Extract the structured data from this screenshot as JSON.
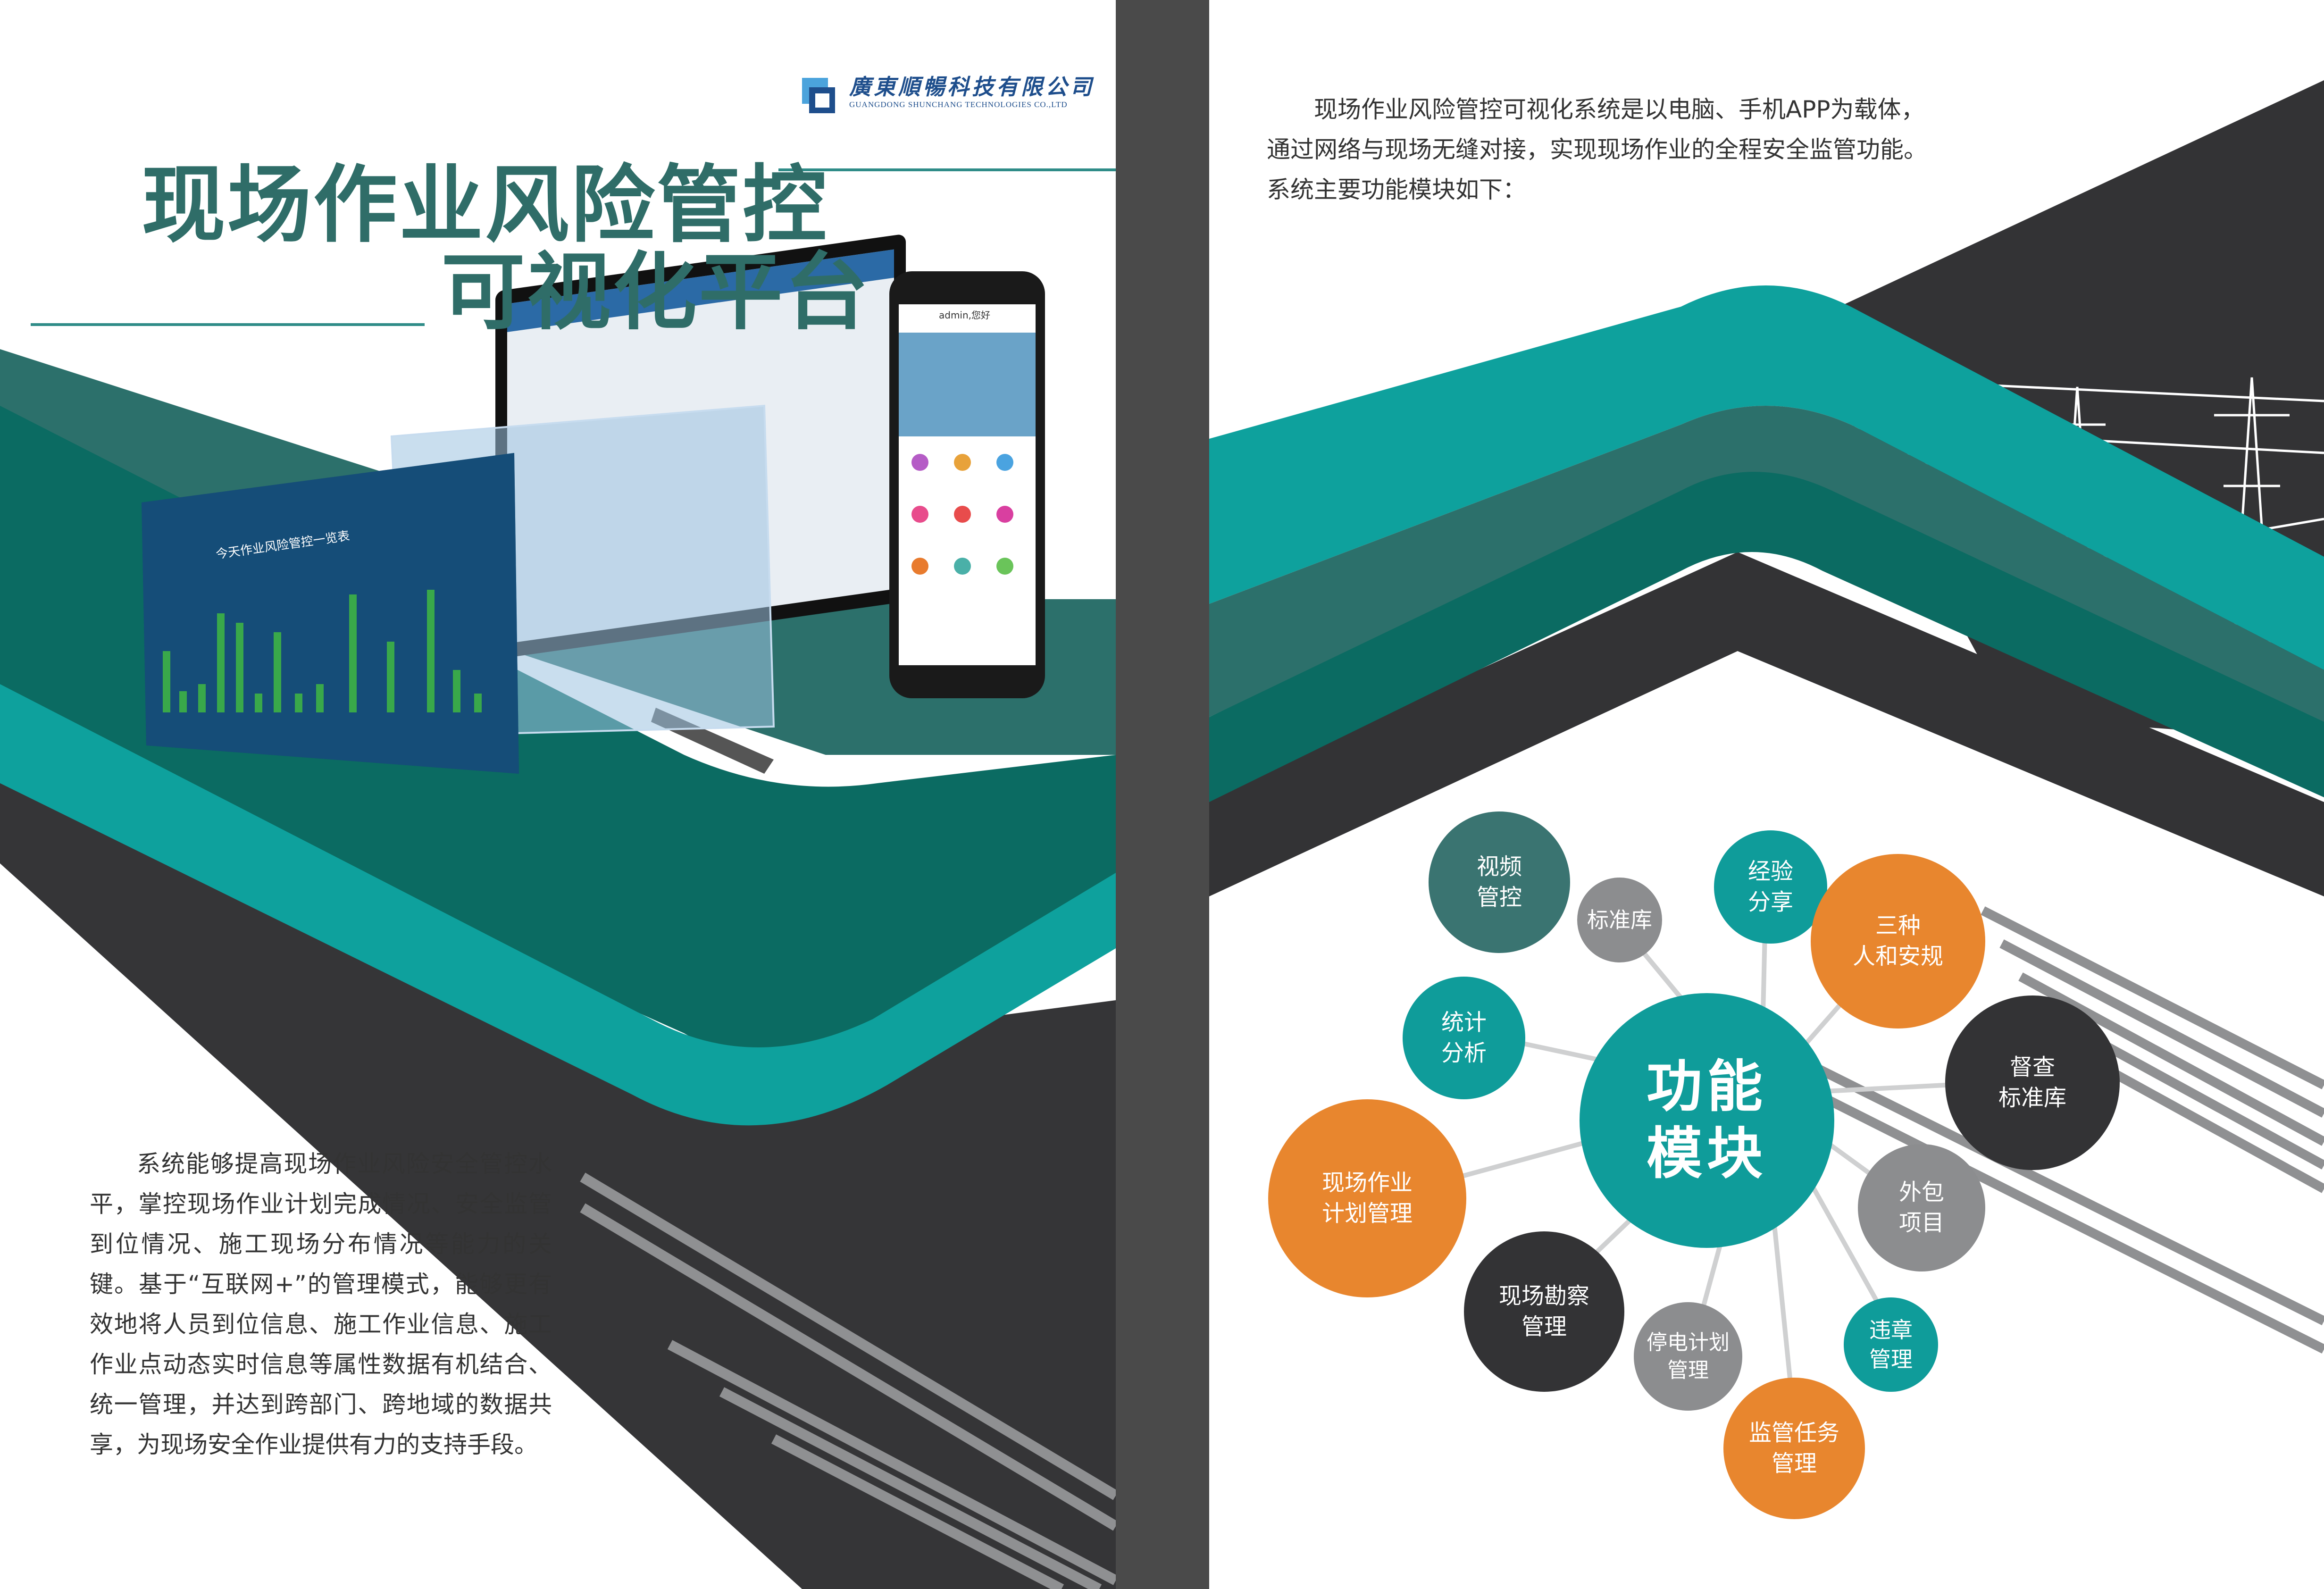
{
  "company": {
    "name_cn": "廣東順暢科技有限公司",
    "name_en": "GUANGDONG SHUNCHANG TECHNOLOGIES CO.,LTD"
  },
  "title": {
    "line1": "现场作业风险管控",
    "line2": "可视化平台"
  },
  "screens": {
    "dashboard_title": "今天作业风险管控一览表",
    "phone_header": "admin,您好"
  },
  "left_paragraph": "系统能够提高现场作业风险安全管控水平，掌控现场作业计划完成情况、安全监管到位情况、施工现场分布情况等能力的关键。基于“互联网+”的管理模式，能够更有效地将人员到位信息、施工作业信息、施工作业点动态实时信息等属性数据有机结合、统一管理，并达到跨部门、跨地域的数据共享，为现场安全作业提供有力的支持手段。",
  "right_paragraph": {
    "line1": "现场作业风险管控可视化系统是以电脑、手机APP为载体，",
    "line2": "通过网络与现场无缝对接，实现现场作业的全程安全监管功能。",
    "line3": "系统主要功能模块如下："
  },
  "modules": {
    "center": "功能\n模块",
    "video": "视频\n管控",
    "standard": "标准库",
    "experience": "经验\n分享",
    "three_types": "三种\n人和安规",
    "statistics": "统计\n分析",
    "supervision": "督查\n标准库",
    "plan": "现场作业\n计划管理",
    "outsourcing": "外包\n项目",
    "survey": "现场勘察\n管理",
    "power_outage": "停电计划\n管理",
    "violation": "违章\n管理",
    "task": "监管任务\n管理"
  },
  "colors": {
    "teal": "#0f9c9a",
    "dark_teal": "#3a7471",
    "gray": "#8c8d8f",
    "orange": "#e8862e",
    "dark": "#333335",
    "title": "#2f6d68"
  }
}
